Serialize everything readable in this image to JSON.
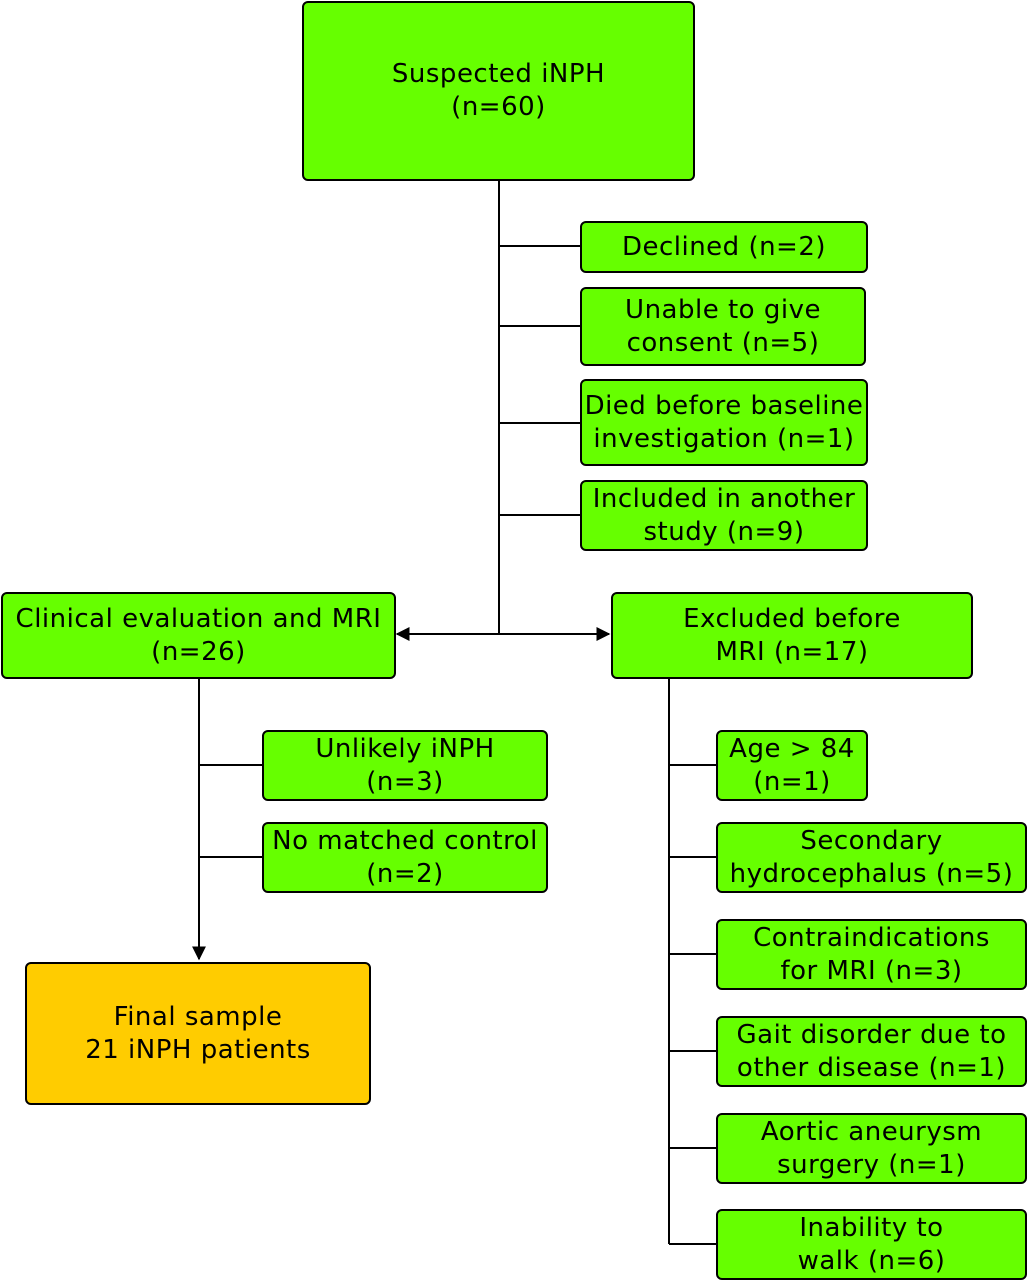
{
  "colors": {
    "box_green": "#66ff00",
    "box_orange": "#ffcc00",
    "line": "#000000"
  },
  "boxes": {
    "suspected": {
      "line1": "Suspected iNPH",
      "line2": "(n=60)"
    },
    "declined": {
      "line1": "Declined (n=2)"
    },
    "consent": {
      "line1": "Unable to give",
      "line2": "consent (n=5)"
    },
    "died": {
      "line1": "Died before baseline",
      "line2": "investigation (n=1)"
    },
    "another_study": {
      "line1": "Included in another",
      "line2": "study (n=9)"
    },
    "clinical": {
      "line1": "Clinical evaluation and MRI",
      "line2": "(n=26)"
    },
    "excluded": {
      "line1": "Excluded before",
      "line2": "MRI (n=17)"
    },
    "unlikely": {
      "line1": "Unlikely iNPH",
      "line2": "(n=3)"
    },
    "no_control": {
      "line1": "No matched control",
      "line2": "(n=2)"
    },
    "final": {
      "line1": "Final sample",
      "line2": "21 iNPH patients"
    },
    "age": {
      "line1": "Age > 84",
      "line2": "(n=1)"
    },
    "secondary": {
      "line1": "Secondary",
      "line2": "hydrocephalus (n=5)"
    },
    "contraindications": {
      "line1": "Contraindications",
      "line2": "for MRI (n=3)"
    },
    "gait": {
      "line1": "Gait disorder due to",
      "line2": "other disease (n=1)"
    },
    "aortic": {
      "line1": "Aortic aneurysm",
      "line2": "surgery (n=1)"
    },
    "inability": {
      "line1": "Inability to",
      "line2": "walk (n=6)"
    }
  }
}
